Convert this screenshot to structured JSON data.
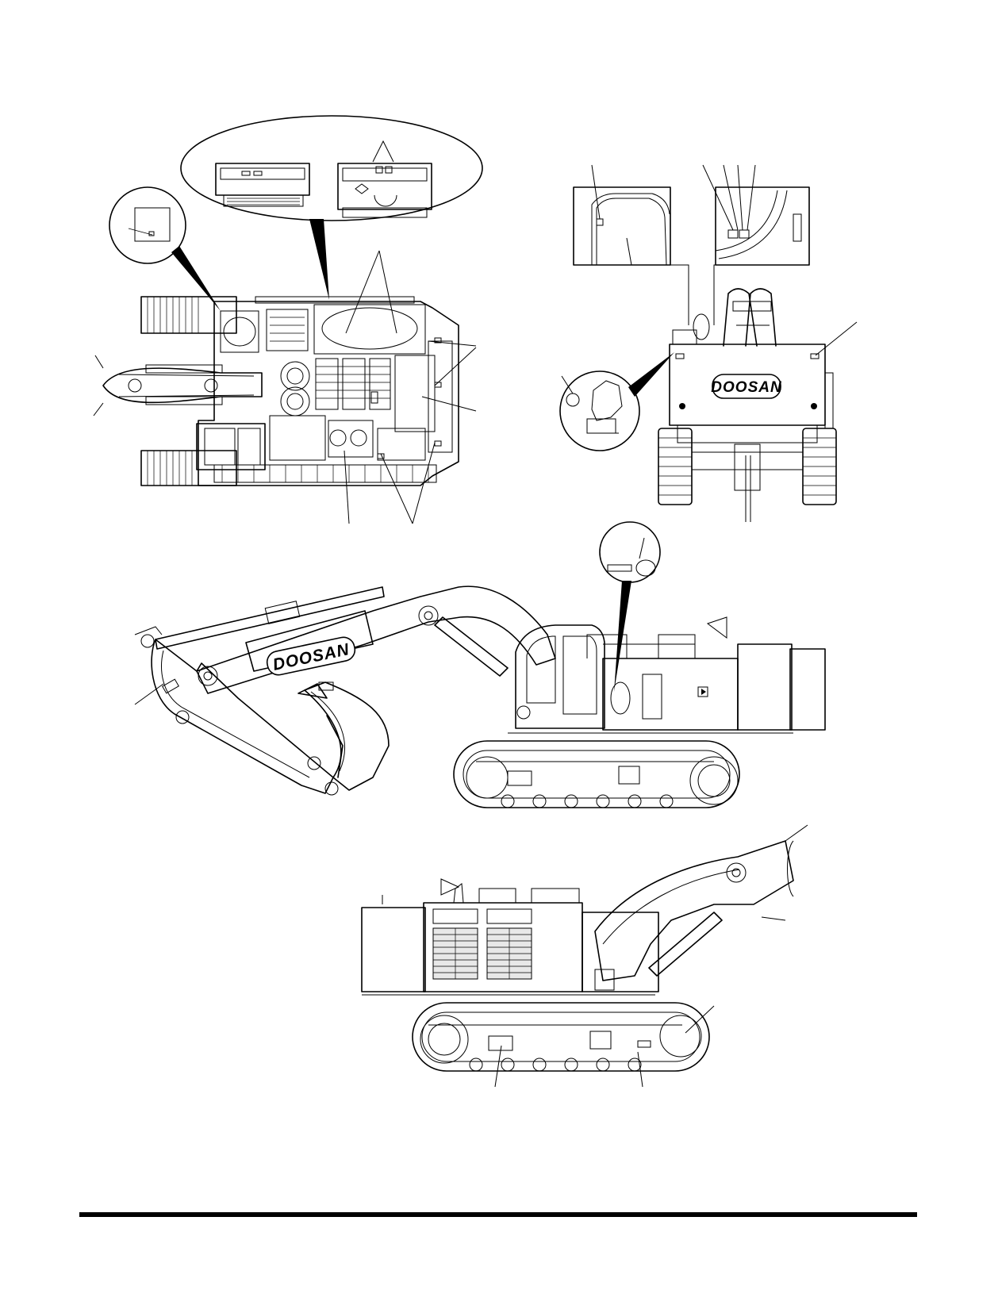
{
  "brand": {
    "logo_text": "DOOSAN"
  },
  "views": {
    "top": "top-view",
    "rear": "rear-view",
    "left_side": "left-side-view",
    "right_side": "right-side-view"
  },
  "colors": {
    "line": "#000000",
    "background": "#ffffff"
  }
}
